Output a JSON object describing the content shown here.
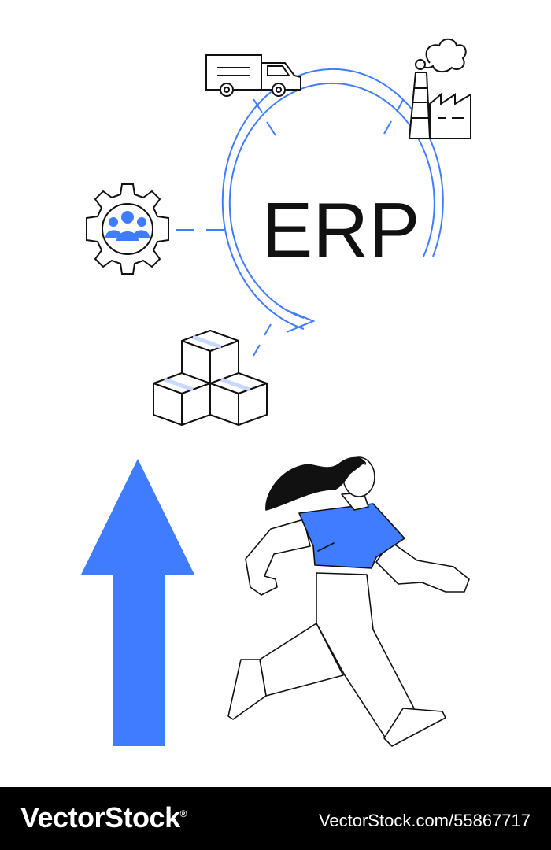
{
  "illustration": {
    "center_label": "ERP",
    "icons": [
      "delivery-truck-icon",
      "factory-icon",
      "team-gear-icon",
      "stacked-boxes-icon",
      "up-arrow-icon",
      "running-woman"
    ],
    "colors": {
      "accent": "#3f7cff",
      "line": "#111111",
      "background": "#ffffff"
    }
  },
  "footer": {
    "brand": "VectorStock",
    "brand_mark": "®",
    "reference": "VectorStock.com/55867717"
  }
}
